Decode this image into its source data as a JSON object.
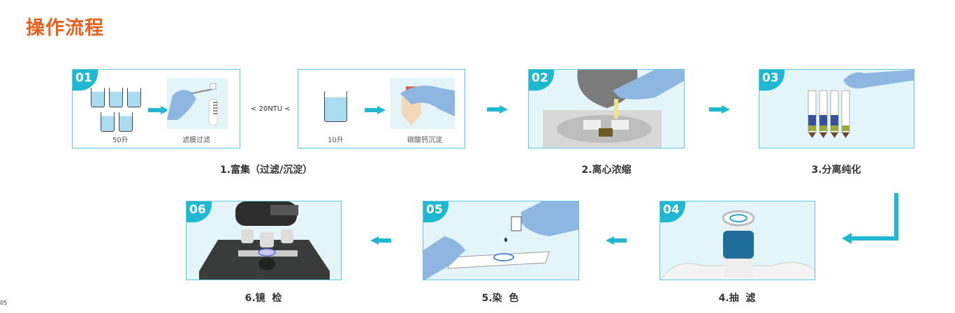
{
  "title": "操作流程",
  "page_number": "05",
  "colors": {
    "accent": "#1fb8d0",
    "title": "#e8601c"
  },
  "step1": {
    "badge": "01",
    "cap_a": "50升",
    "cap_b": "滤膜过滤",
    "condition": "< 20NTU <",
    "cap_c": "10升",
    "cap_d": "碳酸钙沉淀",
    "label": "1.富集（过滤/沉淀）"
  },
  "step2": {
    "badge": "02",
    "label": "2.离心浓缩"
  },
  "step3": {
    "badge": "03",
    "label": "3.分离纯化"
  },
  "step4": {
    "badge": "04",
    "label": "4.抽  滤"
  },
  "step5": {
    "badge": "05",
    "label": "5.染  色"
  },
  "step6": {
    "badge": "06",
    "label": "6.镜  检"
  }
}
